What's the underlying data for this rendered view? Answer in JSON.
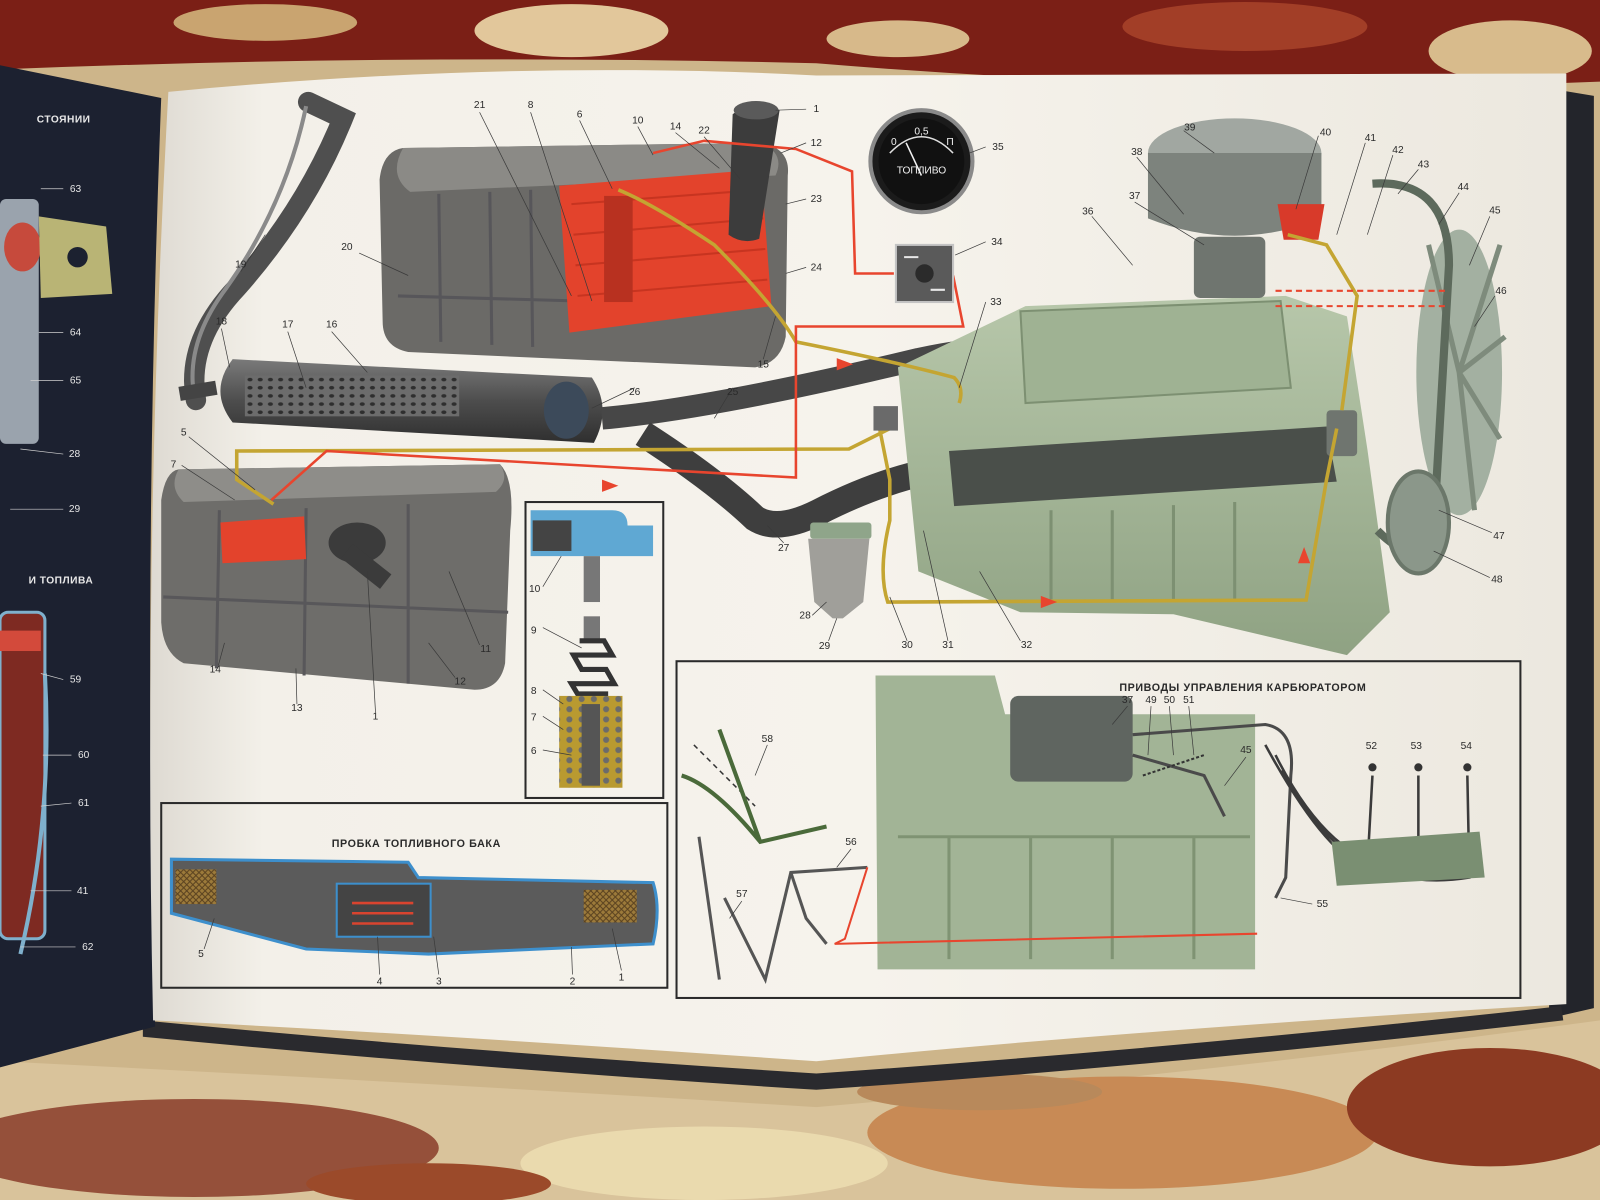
{
  "page": {
    "left_heading_top": "СТОЯНИИ",
    "left_heading_mid": "И ТОПЛИВА"
  },
  "left_page_callouts": [
    "63",
    "64",
    "65",
    "28",
    "29",
    "59",
    "60",
    "61",
    "41",
    "62"
  ],
  "main_callouts": [
    "21",
    "8",
    "6",
    "10",
    "14",
    "22",
    "1",
    "12",
    "23",
    "24",
    "20",
    "19",
    "18",
    "17",
    "16",
    "15",
    "26",
    "25",
    "5",
    "7",
    "11",
    "12",
    "13",
    "14",
    "1",
    "27",
    "28",
    "29",
    "30",
    "31",
    "32",
    "35",
    "34",
    "33",
    "39",
    "38",
    "37",
    "36",
    "40",
    "41",
    "42",
    "43",
    "44",
    "45",
    "46",
    "47",
    "48"
  ],
  "fuel_gauge": {
    "mark_empty": "0",
    "mark_half": "0,5",
    "mark_full": "П",
    "label": "ТОПЛИВО"
  },
  "filter_inset": {
    "callouts": [
      "10",
      "9",
      "8",
      "7",
      "6"
    ]
  },
  "cap_inset": {
    "title": "ПРОБКА ТОПЛИВНОГО БАКА",
    "callouts": [
      "5",
      "4",
      "3",
      "2",
      "1"
    ]
  },
  "carb_inset": {
    "title": "ПРИВОДЫ УПРАВЛЕНИЯ КАРБЮРАТОРОМ",
    "callouts": [
      "37",
      "49",
      "50",
      "51",
      "45",
      "52",
      "53",
      "54",
      "58",
      "56",
      "57",
      "55"
    ]
  },
  "colors": {
    "page": "#f3f0e9",
    "tank": "#6d6c69",
    "cutaway_red": "#e3432c",
    "engine_green": "#a7b89a",
    "fuel_line": "#c4a532",
    "wiring_red": "#e8452e",
    "book_cover": "#1c2130"
  }
}
